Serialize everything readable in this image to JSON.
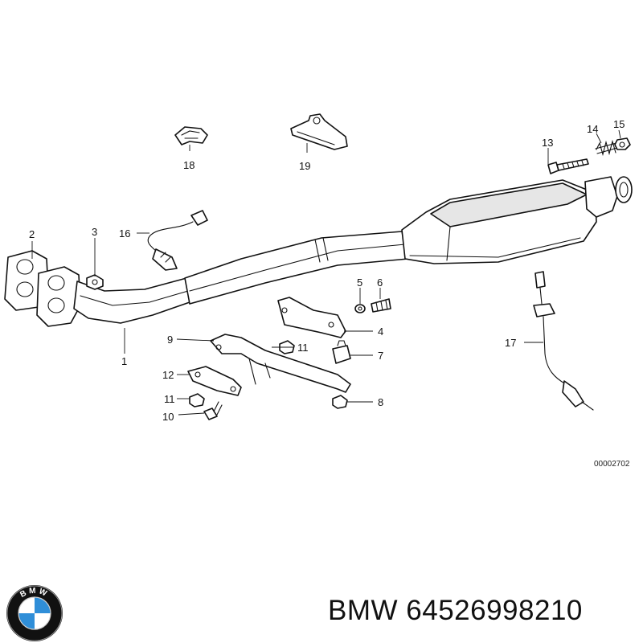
{
  "diagram": {
    "drawing_number": "00002702",
    "callouts": [
      "1",
      "2",
      "3",
      "4",
      "5",
      "6",
      "7",
      "8",
      "9",
      "10",
      "11",
      "11",
      "12",
      "13",
      "14",
      "15",
      "16",
      "17",
      "18",
      "19"
    ]
  },
  "caption": {
    "brand": "BMW",
    "part_number": "64526998210",
    "text": "BMW 64526998210"
  },
  "logo": {
    "icon": "bmw-roundel-icon",
    "lettering": "BMW",
    "colors": {
      "ring": "#111111",
      "blue": "#2f8ed8",
      "white": "#ffffff"
    }
  }
}
